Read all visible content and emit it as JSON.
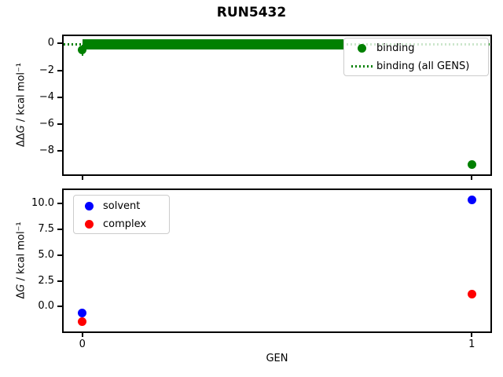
{
  "figure": {
    "title": "RUN5432"
  },
  "colors": {
    "binding": "#008000",
    "solvent": "#0000ff",
    "complex": "#ff0000",
    "spine": "#000000",
    "legend_border": "#cccccc",
    "background": "#ffffff"
  },
  "chart_data": [
    {
      "type": "scatter",
      "title": "RUN5432",
      "xlabel": "",
      "ylabel": {
        "prefix": "ΔΔ",
        "italic": "G",
        "suffix": " / kcal mol⁻¹"
      },
      "xlim": [
        -0.05,
        1.05
      ],
      "ylim": [
        -9.8,
        0.6
      ],
      "grid": false,
      "xticks": [
        {
          "v": 0,
          "label": ""
        },
        {
          "v": 1,
          "label": ""
        }
      ],
      "yticks": [
        {
          "v": 0,
          "label": "0"
        },
        {
          "v": -2,
          "label": "−2"
        },
        {
          "v": -4,
          "label": "−4"
        },
        {
          "v": -6,
          "label": "−6"
        },
        {
          "v": -8,
          "label": "−8"
        }
      ],
      "legend": {
        "position": "upper right",
        "entries": [
          {
            "label": "binding",
            "marker": "dot",
            "color_key": "binding"
          },
          {
            "label": "binding (all GENS)",
            "marker": "dotted-line",
            "color_key": "binding"
          }
        ]
      },
      "series": [
        {
          "name": "binding (all GENS)",
          "kind": "hline",
          "style": "dotted",
          "color_key": "binding",
          "y": -0.06
        },
        {
          "name": "binding (all GENS) spread",
          "kind": "hband",
          "color_key": "binding",
          "x0": 0.0,
          "x1": 0.67,
          "y0": 0.28,
          "y1": -0.48
        },
        {
          "name": "binding",
          "kind": "points",
          "color_key": "binding",
          "points": [
            {
              "x": 0,
              "y": -0.5,
              "yerr": 0.42
            },
            {
              "x": 1,
              "y": -9.0,
              "yerr": 0.1
            }
          ]
        }
      ]
    },
    {
      "type": "scatter",
      "title": "",
      "xlabel": "GEN",
      "ylabel": {
        "prefix": "Δ",
        "italic": "G",
        "suffix": " / kcal mol⁻¹"
      },
      "xlim": [
        -0.05,
        1.05
      ],
      "ylim": [
        -2.5,
        11.4
      ],
      "grid": false,
      "xticks": [
        {
          "v": 0,
          "label": "0"
        },
        {
          "v": 1,
          "label": "1"
        }
      ],
      "yticks": [
        {
          "v": 10.0,
          "label": "10.0"
        },
        {
          "v": 7.5,
          "label": "7.5"
        },
        {
          "v": 5.0,
          "label": "5.0"
        },
        {
          "v": 2.5,
          "label": "2.5"
        },
        {
          "v": 0.0,
          "label": "0.0"
        }
      ],
      "legend": {
        "position": "upper left",
        "entries": [
          {
            "label": "solvent",
            "marker": "dot",
            "color_key": "solvent"
          },
          {
            "label": "complex",
            "marker": "dot",
            "color_key": "complex"
          }
        ]
      },
      "series": [
        {
          "name": "solvent",
          "kind": "points",
          "color_key": "solvent",
          "points": [
            {
              "x": 0,
              "y": -0.65
            },
            {
              "x": 1,
              "y": 10.4
            }
          ]
        },
        {
          "name": "complex",
          "kind": "points",
          "color_key": "complex",
          "points": [
            {
              "x": 0,
              "y": -1.5
            },
            {
              "x": 1,
              "y": 1.2
            }
          ]
        }
      ]
    }
  ]
}
